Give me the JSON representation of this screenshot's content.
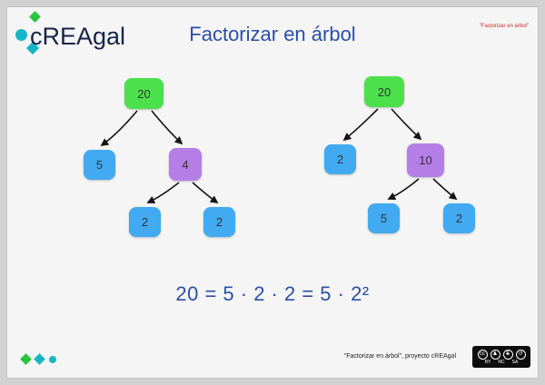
{
  "header": {
    "title": "Factorizar en árbol",
    "corner_note": "\"Factorizar en árbol\""
  },
  "logo": {
    "text": "cREAgal"
  },
  "trees": [
    {
      "root": "20",
      "children": [
        "5",
        "4"
      ],
      "grandchildren": [
        "2",
        "2"
      ]
    },
    {
      "root": "20",
      "children": [
        "2",
        "10"
      ],
      "grandchildren": [
        "5",
        "2"
      ]
    }
  ],
  "equation": "20 = 5 · 2 · 2 = 5 · 2²",
  "footer": {
    "credit": "\"Factorizar en árbol\", proyecto cREAgal",
    "license": {
      "glyphs": [
        "cc",
        "♟",
        "$",
        "↺"
      ],
      "labels": [
        "BY",
        "NC",
        "SA"
      ]
    }
  },
  "colors": {
    "title_blue": "#2b4fa8",
    "node_green": "#4ce04c",
    "node_blue": "#41aaf0",
    "node_purple": "#b57de6"
  }
}
